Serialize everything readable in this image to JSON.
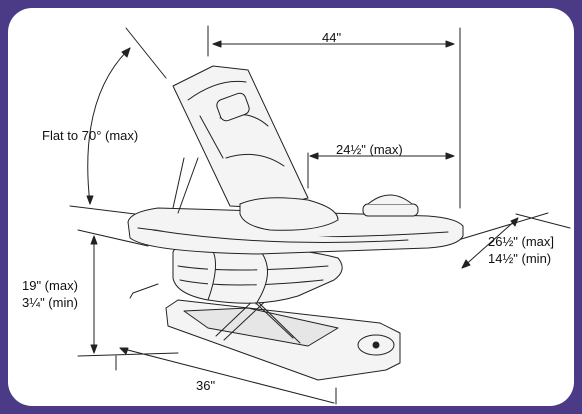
{
  "diagram": {
    "labels": {
      "length": "44\"",
      "angle": "Flat to 70° (max)",
      "seat_depth": "24½\" (max)",
      "width_max": "26½\" (max]",
      "width_min": "14½\" (min)",
      "height_max": "19\" (max)",
      "height_min": "3¼\" (min)",
      "base_length": "36\""
    },
    "colors": {
      "frame": "#4b3a86",
      "line": "#222222",
      "fill": "#f4f4f4"
    },
    "illustration": "bath-lift-chair"
  }
}
